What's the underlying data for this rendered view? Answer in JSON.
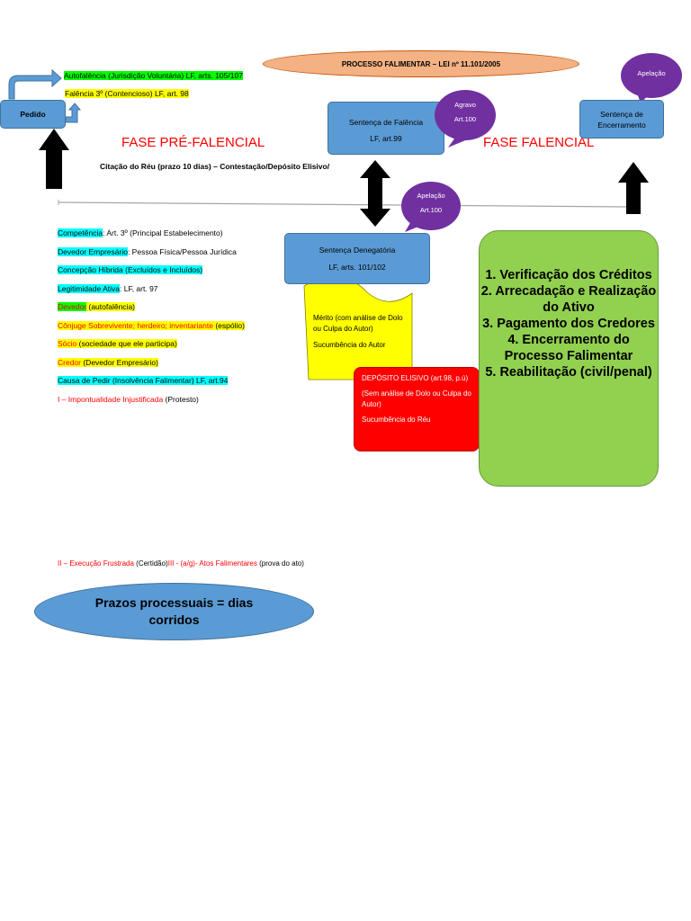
{
  "colors": {
    "box_blue": "#5b9bd5",
    "bubble_purple": "#7030a0",
    "title_oval": "#f4b183",
    "green_box": "#92d050",
    "yellow_box": "#ffff00",
    "red_box": "#ff0000",
    "phase_red": "#ff0000"
  },
  "title": "PROCESSO FALIMENTAR – LEI nº 11.101/2005",
  "pedido": {
    "label": "Pedido"
  },
  "pedido_types": {
    "autofalencia": "Autofalência (Jurisdição Voluntária) LF, arts. 105/107",
    "falencia_3": "Falência 3º (Contencioso) LF, art. 98"
  },
  "phases": {
    "pre": "FASE PRÉ-FALENCIAL",
    "falencial": "FASE FALENCIAL"
  },
  "citacao": "Citação do Réu (prazo 10 dias) – Contestação/Depósito Elisivo/",
  "sentenca_falencia": {
    "title": "Sentença de Falência",
    "ref": "LF, art.99"
  },
  "agravo_bubble": {
    "line1": "Agravo",
    "line2": "Art.100"
  },
  "apelacao_top": {
    "label": "Apelação"
  },
  "sentenca_encerramento": {
    "line1": "Sentença de",
    "line2": "Encerramento"
  },
  "apelacao_mid": {
    "line1": "Apelação",
    "line2": "Art.100"
  },
  "sentenca_denegatoria": {
    "title": "Sentença Denegatória",
    "ref": "LF, arts. 101/102"
  },
  "merito": {
    "text": "Mérito (com análise de Dolo ou Culpa do Autor)",
    "sucumbencia": "Sucumbência do Autor"
  },
  "deposito": {
    "title": "DEPÓSITO ELISIVO (art.98, p.ú)",
    "sem_analise": "(Sem análise de Dolo ou Culpa do Autor)",
    "sucumbencia": "Sucumbência do Réu"
  },
  "left_list": {
    "competencia_label": "Competência",
    "competencia_rest": ": Art. 3º (Principal Estabelecimento)",
    "devedor_label": "Devedor Empresário",
    "devedor_rest": ": Pessoa Física/Pessoa Jurídica",
    "concepcao": "Concepção Híbrida (Excluídos e Incluídos)",
    "legitimidade_label": "Legitimidade Ativa",
    "legitimidade_rest": ": LF, art. 97",
    "devedor_auto_label": "Devedor",
    "devedor_auto_rest": " (autofalência)",
    "conjuge_label": "Cônjuge Sobrevivente; herdeiro; inventariante",
    "conjuge_rest": " (espólio)",
    "socio_label": "Sócio",
    "socio_rest": " (sociedade que ele participa)",
    "credor_label": "Credor",
    "credor_rest": " (Devedor Empresário)",
    "causa": "Causa de Pedir (Insolvência Falimentar) LF, art.94",
    "impontualidade_label": "I – Impontualidade Injustificada",
    "impontualidade_rest": " (Protesto)"
  },
  "green_steps": [
    "1. Verificação dos Créditos",
    "2. Arrecadação e Realização do Ativo",
    "3. Pagamento dos Credores",
    "4. Encerramento do Processo Falimentar",
    "5. Reabilitação (civil/penal)"
  ],
  "bottom_line": {
    "ii_label": "II – Execução Frustrada",
    "ii_rest": " (Certidão)",
    "iii_label": "III - (a/g)- Atos Falimentares",
    "iii_rest": "  (prova do ato)"
  },
  "prazos": "Prazos processuais = dias corridos"
}
